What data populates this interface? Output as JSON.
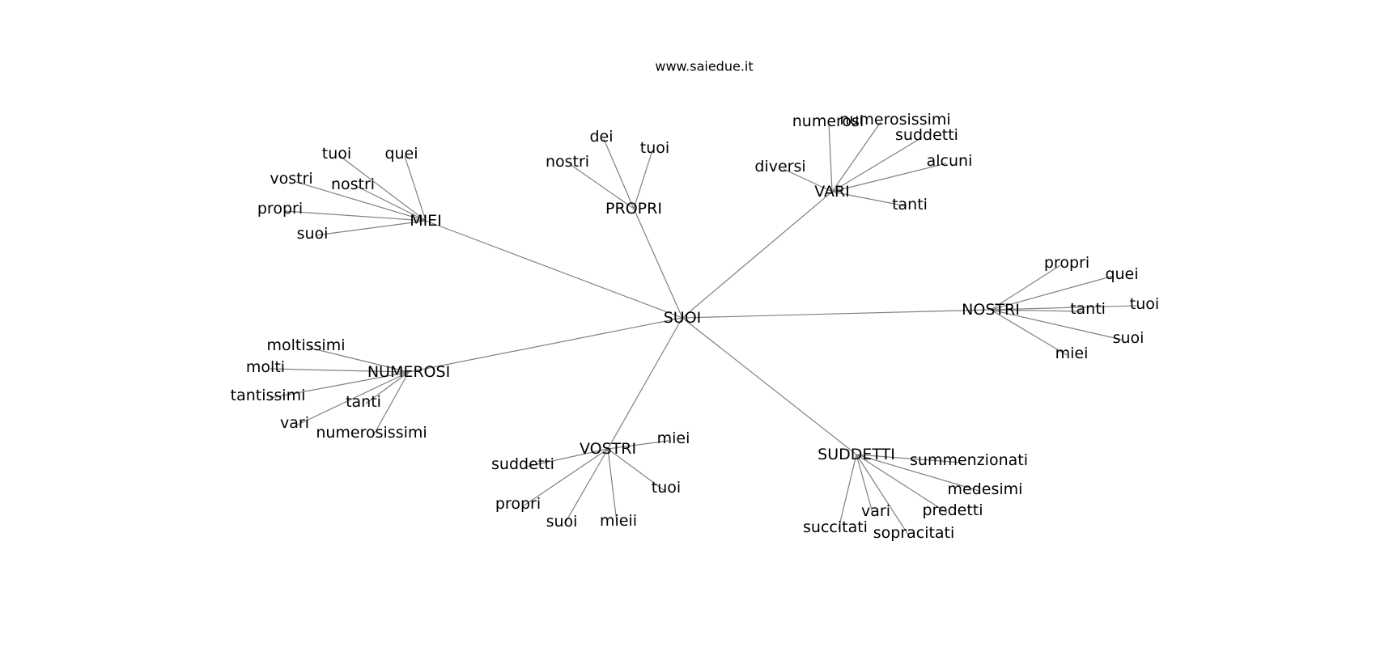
{
  "title": "www.saiedue.it",
  "root": "SUOI",
  "hubs": [
    {
      "id": "MIEI",
      "label": "MIEI",
      "leaves": [
        "tuoi",
        "quei",
        "vostri",
        "nostri",
        "propri",
        "suoi"
      ]
    },
    {
      "id": "PROPRI",
      "label": "PROPRI",
      "leaves": [
        "dei",
        "tuoi",
        "nostri"
      ]
    },
    {
      "id": "VARI",
      "label": "VARI",
      "leaves": [
        "numerosi",
        "numerosissimi",
        "suddetti",
        "alcuni",
        "diversi",
        "tanti"
      ]
    },
    {
      "id": "NOSTRI",
      "label": "NOSTRI",
      "leaves": [
        "propri",
        "quei",
        "tuoi",
        "tanti",
        "suoi",
        "miei"
      ]
    },
    {
      "id": "NUMEROSI",
      "label": "NUMEROSI",
      "leaves": [
        "moltissimi",
        "molti",
        "tantissimi",
        "tanti",
        "vari",
        "numerosissimi"
      ]
    },
    {
      "id": "VOSTRI",
      "label": "VOSTRI",
      "leaves": [
        "miei",
        "suddetti",
        "tuoi",
        "propri",
        "suoi",
        "mieii"
      ]
    },
    {
      "id": "SUDDETTI",
      "label": "SUDDETTI",
      "leaves": [
        "summenzionati",
        "medesimi",
        "predetti",
        "vari",
        "sopracitati",
        "succitati"
      ]
    }
  ]
}
